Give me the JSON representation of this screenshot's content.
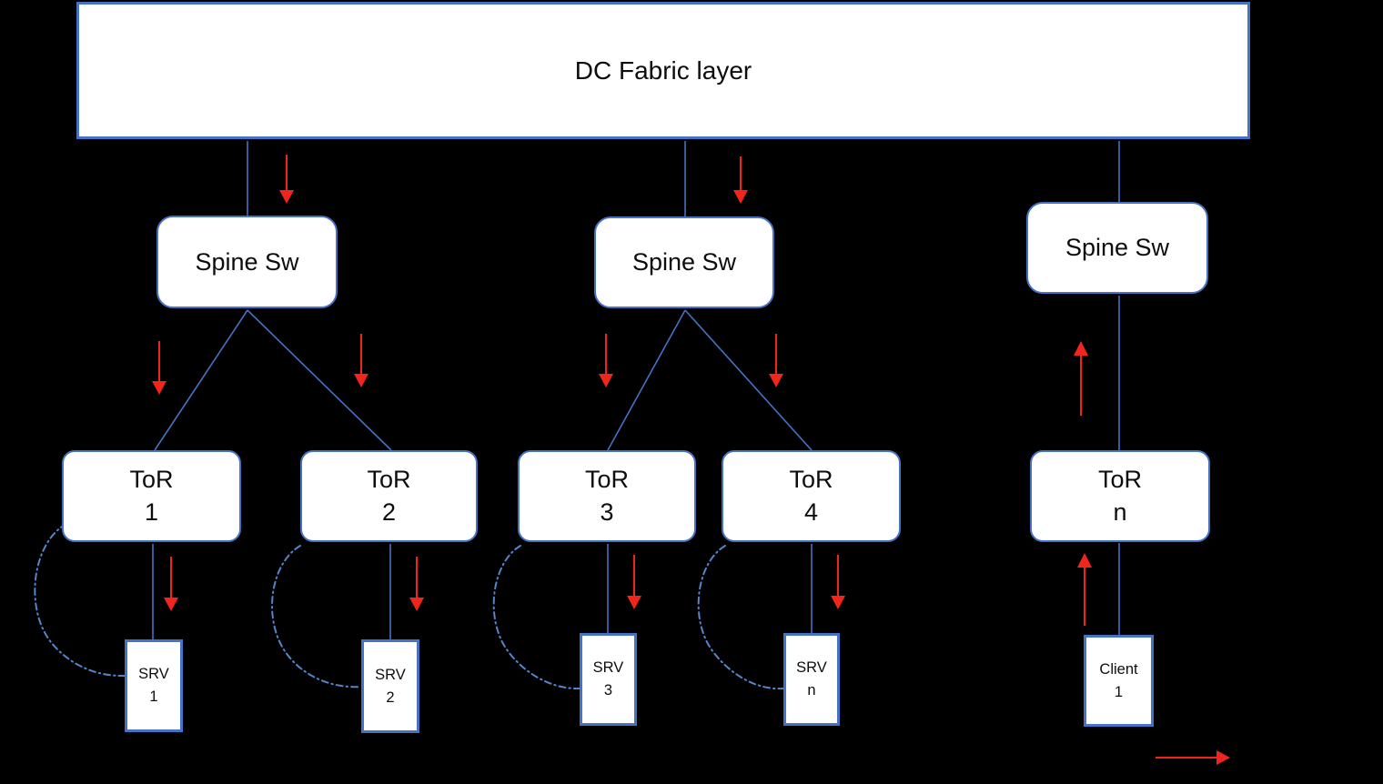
{
  "fabric": {
    "label": "DC Fabric layer"
  },
  "spines": [
    {
      "label": "Spine Sw"
    },
    {
      "label": "Spine Sw"
    },
    {
      "label": "Spine Sw"
    }
  ],
  "tors": [
    {
      "type": "ToR",
      "id": "1"
    },
    {
      "type": "ToR",
      "id": "2"
    },
    {
      "type": "ToR",
      "id": "3"
    },
    {
      "type": "ToR",
      "id": "4"
    },
    {
      "type": "ToR",
      "id": "n"
    }
  ],
  "endpoints": [
    {
      "type": "SRV",
      "id": "1"
    },
    {
      "type": "SRV",
      "id": "2"
    },
    {
      "type": "SRV",
      "id": "3"
    },
    {
      "type": "SRV",
      "id": "n"
    },
    {
      "type": "Client",
      "id": "1"
    }
  ],
  "colors": {
    "connector": "#4472c4",
    "loop": "#5585ca",
    "arrow": "#f0261c",
    "box_fill": "#ffffff",
    "background": "#000000",
    "text": "#0d0d0d"
  }
}
